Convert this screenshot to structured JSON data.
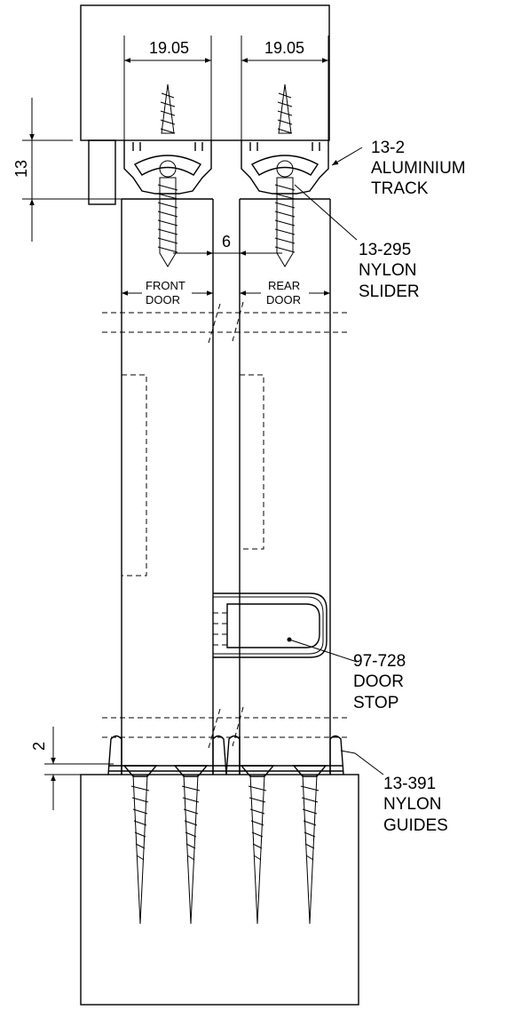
{
  "dimensions": {
    "track_width_front": "19.05",
    "track_width_rear": "19.05",
    "track_height": "13",
    "door_gap": "6",
    "guide_offset": "2"
  },
  "door_labels": {
    "front_line1": "FRONT",
    "front_line2": "DOOR",
    "rear_line1": "REAR",
    "rear_line2": "DOOR"
  },
  "callouts": [
    {
      "code": "13-2",
      "line2": "ALUMINIUM",
      "line3": "TRACK"
    },
    {
      "code": "13-295",
      "line2": "NYLON",
      "line3": "SLIDER"
    },
    {
      "code": "97-728",
      "line2": "DOOR",
      "line3": "STOP"
    },
    {
      "code": "13-391",
      "line2": "NYLON",
      "line3": "GUIDES"
    }
  ]
}
